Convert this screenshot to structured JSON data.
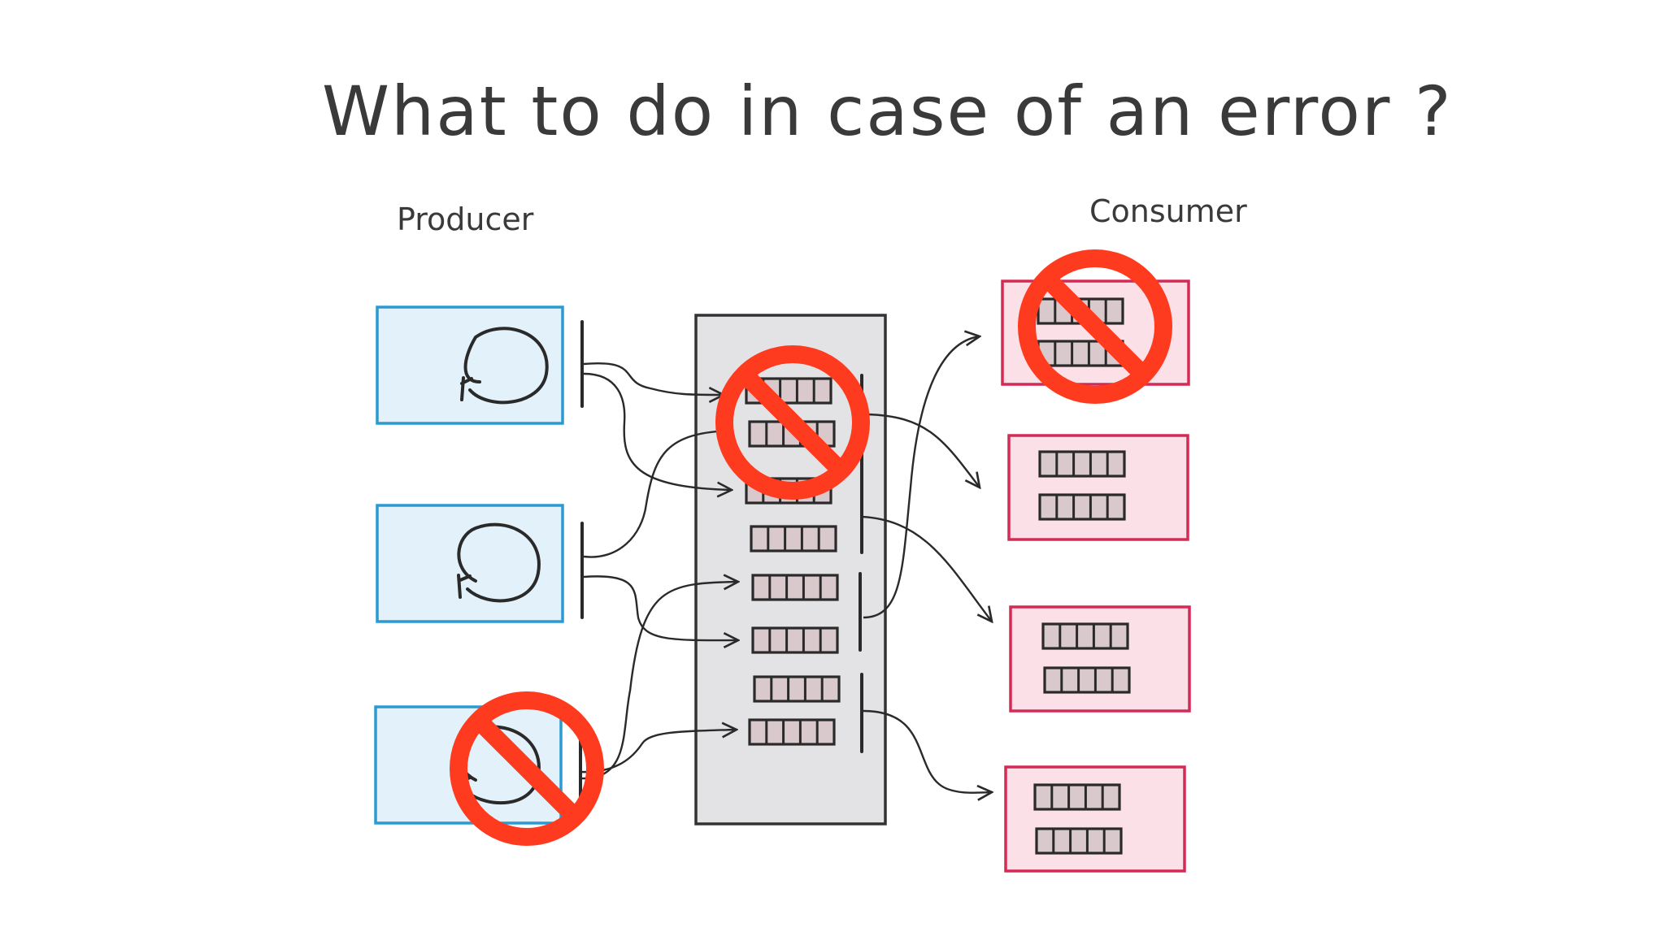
{
  "title": "What to do in case of an error ?",
  "labels": {
    "producer": "Producer",
    "consumer": "Consumer"
  },
  "colors": {
    "producer_fill": "#e3f2fa",
    "producer_stroke": "#2b9ad1",
    "broker_fill": "#e3e3e6",
    "broker_stroke": "#333333",
    "consumer_fill": "#fbe1e7",
    "consumer_stroke": "#d42a56",
    "message_fill": "#d9c9cc",
    "no_sign": "#ff3b1f",
    "ink": "#2a2a2a"
  },
  "diagram": {
    "producers": [
      {
        "id": "producer-1",
        "error": false
      },
      {
        "id": "producer-2",
        "error": false
      },
      {
        "id": "producer-3",
        "error": true
      }
    ],
    "broker": {
      "partitions": 8,
      "error_partitions": [
        0,
        1
      ]
    },
    "consumers": [
      {
        "id": "consumer-1",
        "error": true
      },
      {
        "id": "consumer-2",
        "error": false
      },
      {
        "id": "consumer-3",
        "error": false
      },
      {
        "id": "consumer-4",
        "error": false
      }
    ]
  }
}
